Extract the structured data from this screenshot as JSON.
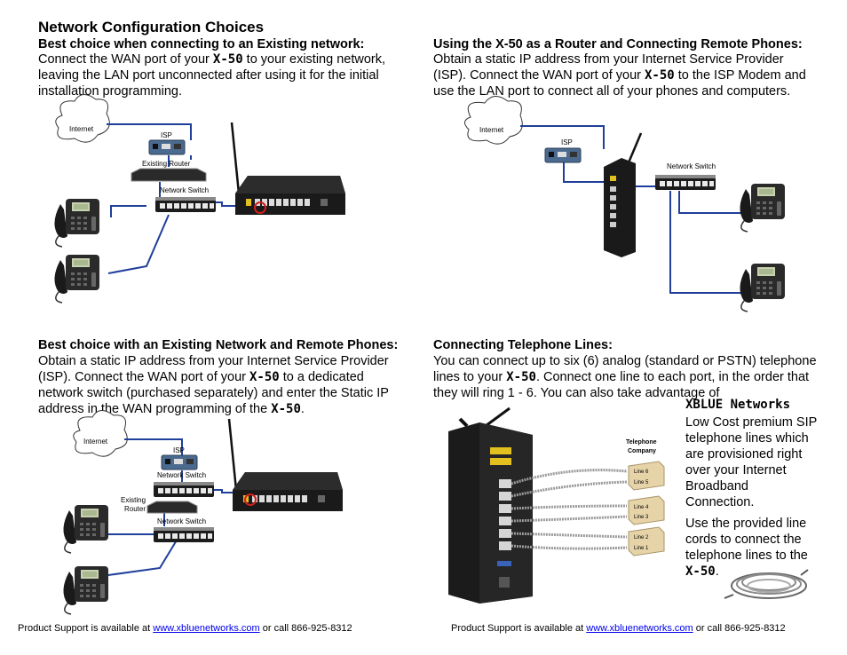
{
  "title": "Network Configuration Choices",
  "product": "X-50",
  "brand": "XBLUE Networks",
  "section1": {
    "heading": "Best choice when connecting to an Existing network:",
    "p_a": "Connect the WAN port of your ",
    "p_b": " to your existing network, leaving the LAN port unconnected after using it for the initial installation programming."
  },
  "section2": {
    "heading": "Using the X-50 as a Router and Connecting Remote Phones:",
    "p_a": "Obtain a static IP address from your Internet Service Provider (ISP). Connect the WAN port of your ",
    "p_b": " to the ISP Modem and use the LAN port to connect all of your phones and computers."
  },
  "section3": {
    "heading": "Best choice with an Existing Network and Remote Phones:",
    "p_a": "Obtain a static IP address from your Internet Service Provider (ISP). Connect the WAN port of your ",
    "p_b": " to a dedicated network switch (purchased separately) and enter the Static IP address in the WAN programming of the ",
    "p_c": "."
  },
  "section4": {
    "heading": "Connecting Telephone Lines:",
    "p_a": "You can connect up to six (6) analog (standard or PSTN) telephone lines to your ",
    "p_b": ". Connect one line to each port, in the order that they will ring 1 - 6.  You can also take advantage of",
    "p_side": "Low Cost premium SIP telephone lines which are provisioned right over your Internet Broadband Connection.",
    "p_side2": "Use the provided line cords to connect the telephone lines to the ",
    "p_side2_end": "."
  },
  "labels": {
    "internet": "Internet",
    "isp": "ISP",
    "existing_router": "Existing Router",
    "existing": "Existing",
    "router": "Router",
    "network_switch": "Network Switch",
    "telephone": "Telephone",
    "company": "Company",
    "line1": "Line 1",
    "line2": "Line 2",
    "line3": "Line 3",
    "line4": "Line 4",
    "line5": "Line 5",
    "line6": "Line 6"
  },
  "footer": {
    "text_a": "Product Support is available at ",
    "link": "www.xbluenetworks.com",
    "text_b": " or call 866-925-8312"
  },
  "colors": {
    "cable": "#1f3f9a",
    "link": "#0000ee",
    "highlight": "#d0201c"
  }
}
